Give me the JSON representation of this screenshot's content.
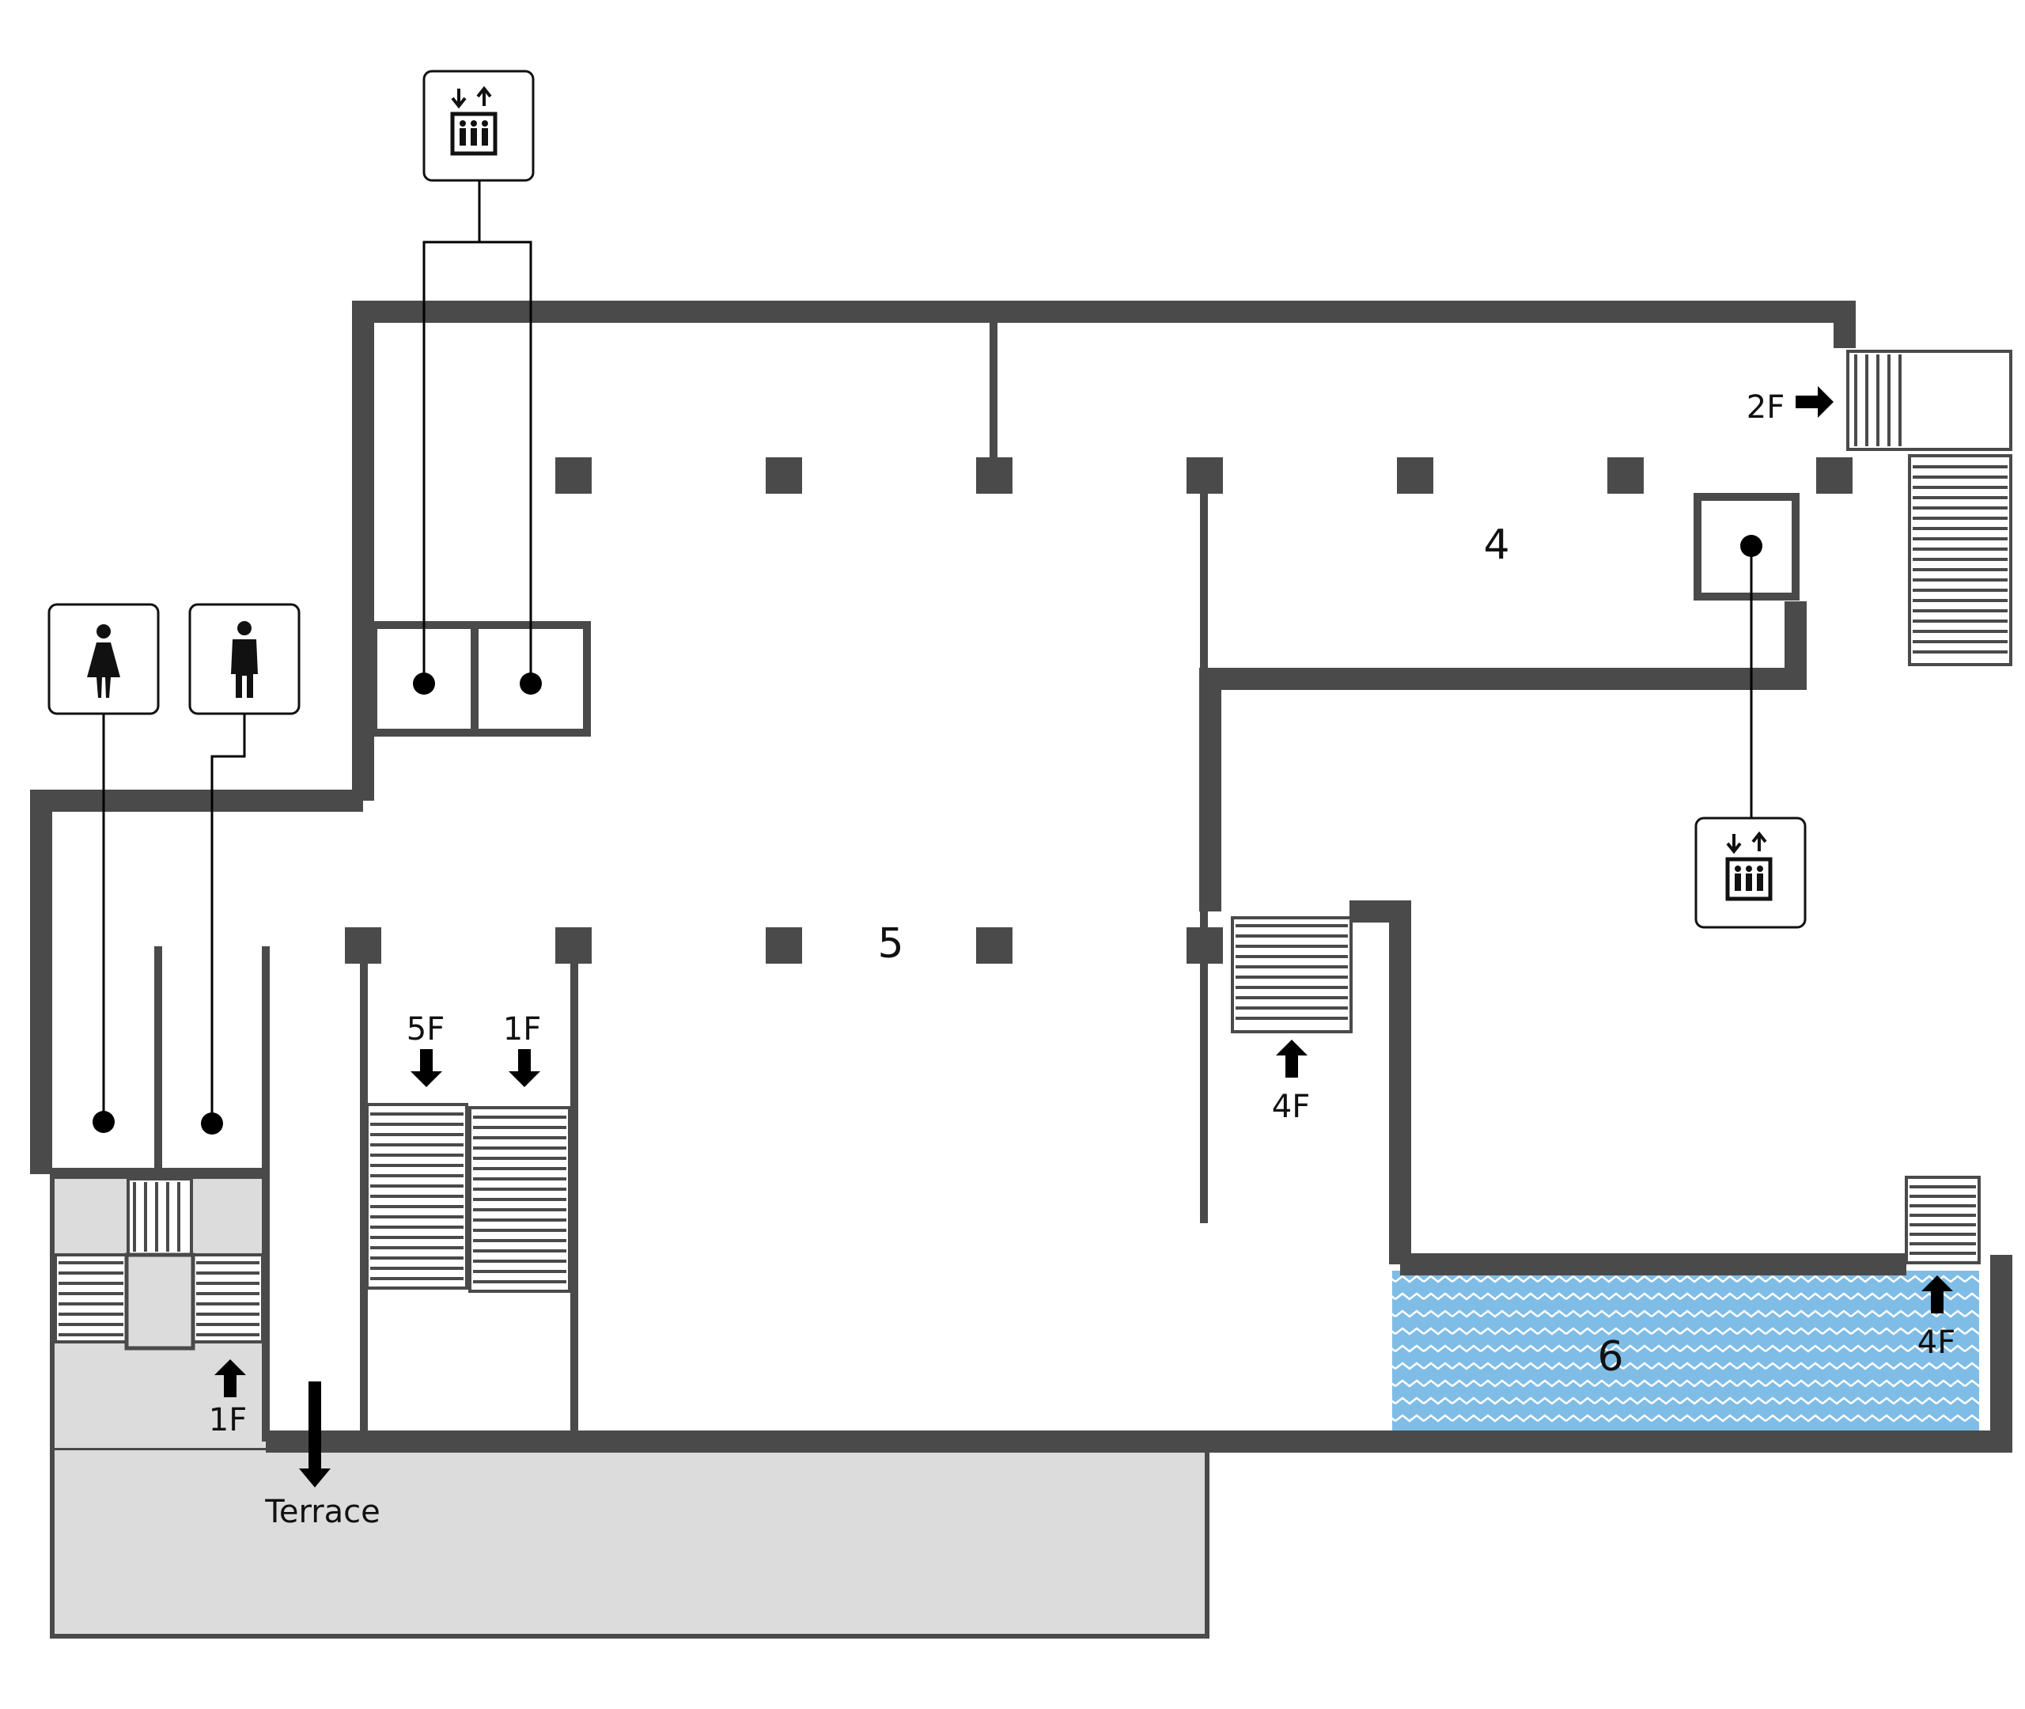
{
  "rooms": {
    "room_4": "4",
    "room_5": "5",
    "room_6": "6"
  },
  "stair_labels": {
    "to_2f": "2F",
    "down_5f": "5F",
    "down_1f": "1F",
    "up_4f_center": "4F",
    "up_4f_right": "4F",
    "up_1f_left": "1F",
    "terrace": "Terrace"
  },
  "icons": {
    "elevator": "elevator-icon",
    "womens_restroom": "womens-restroom-icon",
    "mens_restroom": "mens-restroom-icon",
    "arrow": "arrow-icon"
  },
  "colors": {
    "wall": "#4a4a4a",
    "terrace_fill": "#dcdcdc",
    "water_fill": "#7fbde6",
    "water_pattern": "#ffffff"
  }
}
